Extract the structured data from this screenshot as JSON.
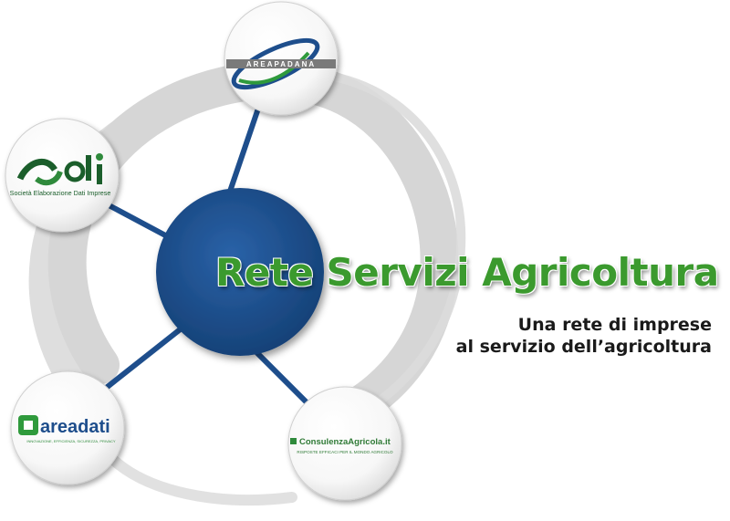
{
  "headline": {
    "word1": "Rete",
    "word2": "Servizi Agricoltura"
  },
  "tagline": {
    "line1": "Una rete di imprese",
    "line2": "al servizio dell’agricoltura"
  },
  "partners": {
    "areapadana": {
      "name": "AREAPADANA"
    },
    "sedi": {
      "name": "Società Elaborazione Dati Imprese"
    },
    "areadati": {
      "name": "areadati",
      "claim": "INNOVAZIONE, EFFICIENZA, SICUREZZA, PRIVACY"
    },
    "consulenza": {
      "name": "ConsulenzaAgricola.it",
      "claim": "RISPOSTE EFFICACI PER IL MONDO AGRICOLO"
    }
  },
  "colors": {
    "hub_blue": "#1e4e8c",
    "connector_blue": "#1e4e8c",
    "ring_gray": "#c9c9c9",
    "headline_green": "#3b9a2e",
    "logo_green": "#2f8a3c"
  },
  "icons": [
    "areapadana-logo-icon",
    "sedi-logo-icon",
    "areadati-logo-icon",
    "consulenza-logo-icon"
  ]
}
